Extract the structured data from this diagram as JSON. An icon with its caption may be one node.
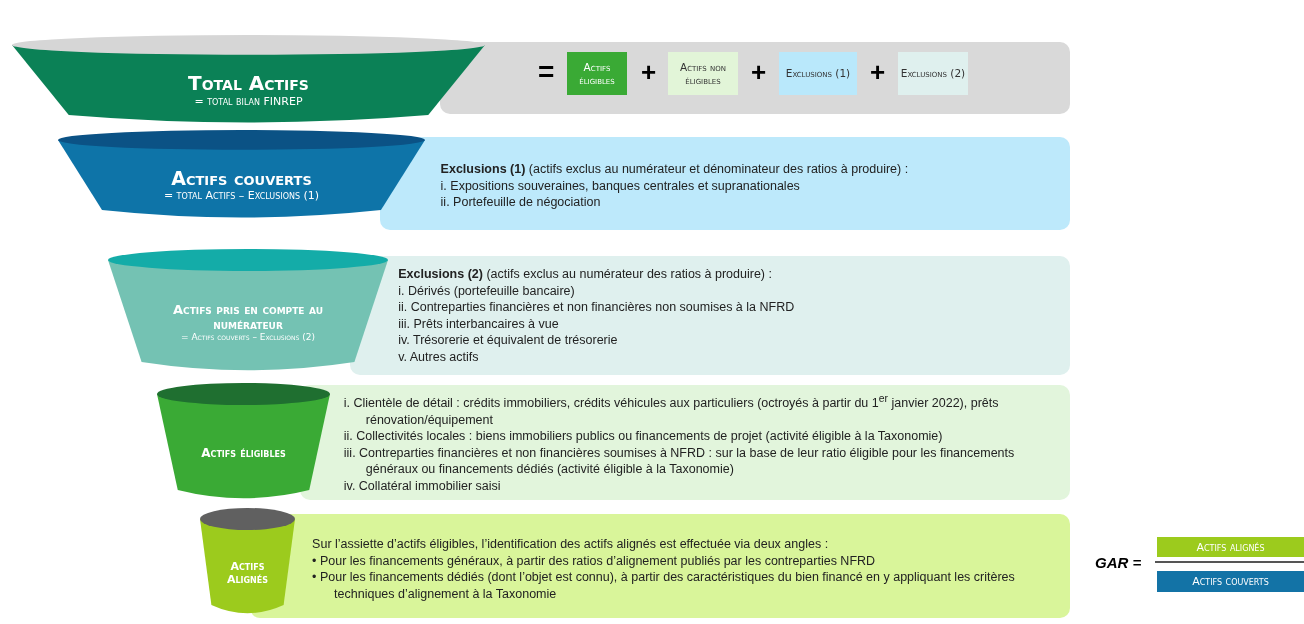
{
  "diagram": {
    "nodes": [
      {
        "text": [
          "Total Actifs",
          "= total bilan FINREP"
        ]
      },
      {
        "text": [],
        "shape": "box"
      },
      {
        "text": [
          "Actifs éligibles"
        ],
        "in": 1
      },
      {
        "text": [
          "Actifs non éligibles"
        ],
        "in": 1
      },
      {
        "text": [
          "Exclusions (1)"
        ],
        "in": 1
      },
      {
        "text": [
          "Exclusions (2)"
        ],
        "in": 1
      },
      {
        "text": [
          "Actifs couverts",
          "= total Actifs – Exclusions (1)"
        ]
      },
      {
        "text": [
          "**Exclusions (1)** (actifs exclus au numérateur et dénominateur des ratios à produire) :",
          "i. Expositions souveraines, banques centrales et supranationales",
          "ii. Portefeuille de négociation"
        ]
      },
      {
        "text": [
          "Actifs pris en compte au numérateur",
          "= Actifs couverts – Exclusions (2)"
        ]
      },
      {
        "text": [
          "**Exclusions (2)** (actifs exclus au numérateur des ratios à produire) :",
          "i. Dérivés (portefeuille bancaire)",
          "ii. Contreparties financières et non financières non soumises à la NFRD",
          "iii. Prêts interbancaires à vue",
          "iv. Trésorerie et équivalent de trésorerie",
          "v. Autres actifs"
        ]
      },
      {
        "text": [
          "Actifs éligibles"
        ]
      },
      {
        "text": [
          "i. Clientèle de détail : crédits immobiliers, crédits véhicules aux particuliers (octroyés à partir du 1$^{er}$ janvier 2022), prêts rénovation/équipement",
          "ii. Collectivités locales : biens immobiliers publics ou financements de projet (activité éligible à la Taxonomie)",
          "iii. Contreparties financières et non financières soumises à NFRD : sur la base de leur ratio éligible pour les financements généraux ou financements dédiés (activité éligible à la Taxonomie)",
          "iv. Collatéral immobilier saisi"
        ]
      },
      {
        "text": [
          "Actifs Alignés"
        ]
      },
      {
        "text": [
          "Sur l’assiette d’actifs éligibles, l’identification des actifs alignés est effectuée via deux angles :",
          "• Pour les financements généraux, à partir des ratios d’alignement publiés par les contreparties NFRD",
          "• Pour les financements dédiés (dont l’objet est connu), à partir des caractéristiques du bien financé en y appliquant les critères techniques d’alignement à la Taxonomie"
        ]
      },
      {
        "text": [
          "Actifs alignés"
        ]
      },
      {
        "text": [
          "Actifs couverts"
        ]
      }
    ],
    "labels": [
      "=",
      "+",
      "+",
      "+",
      "GAR ="
    ]
  }
}
